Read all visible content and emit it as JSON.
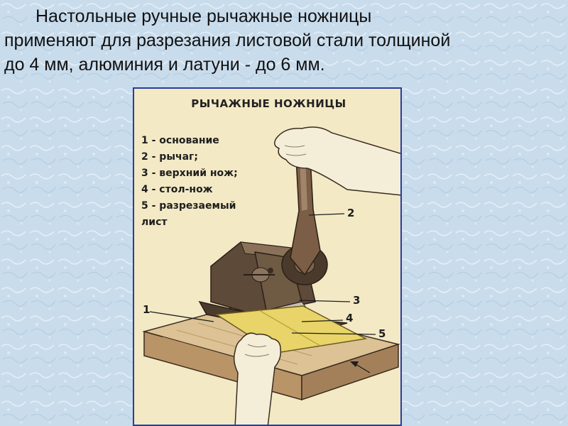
{
  "heading": {
    "line1": "Настольные ручные рычажные ножницы",
    "line2": "применяют для разрезания листовой стали толщиной",
    "line3": "до 4 мм, алюминия и латуни - до 6 мм."
  },
  "poster": {
    "title": "РЫЧАЖНЫЕ НОЖНИЦЫ",
    "legend": [
      "1 - основание",
      "2 - рычаг;",
      "3 - верхний нож;",
      "4 - стол-нож",
      "5 - разрезаемый",
      "лист"
    ],
    "callouts": [
      "1",
      "2",
      "3",
      "4",
      "5"
    ]
  },
  "colors": {
    "slide_background": "#c9dcec",
    "poster_background": "#f3e9c5",
    "poster_border": "#2a3d9c",
    "metal_dark": "#5a4634",
    "base_wood": "#d8ba8c",
    "sheet_yellow": "#e9d66a",
    "glove": "#f4eed8"
  }
}
